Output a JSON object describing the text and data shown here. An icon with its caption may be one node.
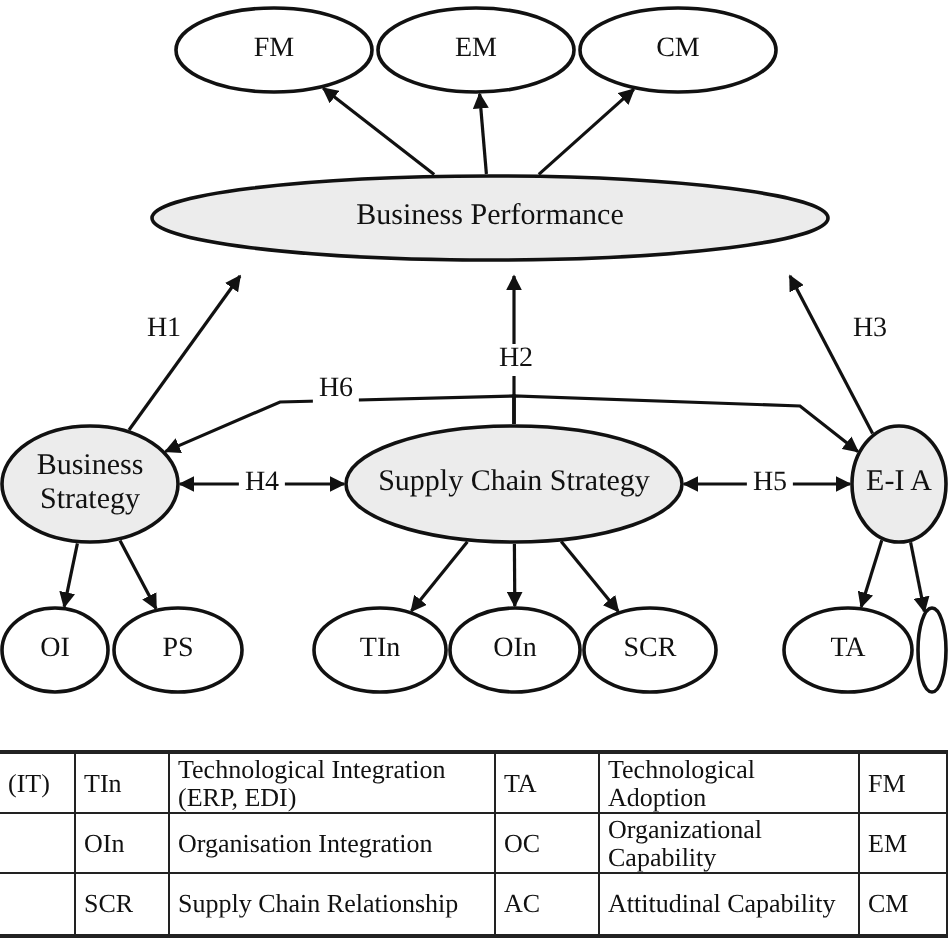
{
  "diagram": {
    "nodes": [
      {
        "text": [
          "FM"
        ]
      },
      {
        "text": [
          "EM"
        ]
      },
      {
        "text": [
          "CM"
        ]
      },
      {
        "text": [
          "Business Performance"
        ]
      },
      {
        "text": [
          "Business Strategy"
        ]
      },
      {
        "text": [
          "Supply Chain Strategy"
        ]
      },
      {
        "text": [
          "E-I A"
        ]
      },
      {
        "text": [
          "OI"
        ]
      },
      {
        "text": [
          "PS"
        ]
      },
      {
        "text": [
          "TIn"
        ]
      },
      {
        "text": [
          "OIn"
        ]
      },
      {
        "text": [
          "SCR"
        ]
      },
      {
        "text": [
          "TA"
        ]
      },
      {
        "text": [],
        "shape": "ellipse"
      }
    ],
    "edges": [
      {
        "from": 3,
        "to": 0,
        "arrow": "to"
      },
      {
        "from": 3,
        "to": 1,
        "arrow": "to"
      },
      {
        "from": 3,
        "to": 2,
        "arrow": "to"
      },
      {
        "from": 4,
        "to": 3,
        "arrow": "to",
        "label": "H1"
      },
      {
        "from": 5,
        "to": 3,
        "arrow": "to",
        "label": "H2"
      },
      {
        "from": 6,
        "to": 3,
        "arrow": "to",
        "label": "H3"
      },
      {
        "from": 4,
        "to": 5,
        "arrow": "both",
        "label": "H4"
      },
      {
        "from": 5,
        "to": 6,
        "arrow": "both",
        "label": "H5"
      },
      {
        "from": 5,
        "to": 4,
        "arrow": "to",
        "label": "H6"
      },
      {
        "from": 5,
        "to": 6,
        "arrow": "to"
      },
      {
        "from": 4,
        "to": 7,
        "arrow": "to"
      },
      {
        "from": 4,
        "to": 8,
        "arrow": "to"
      },
      {
        "from": 5,
        "to": 9,
        "arrow": "to"
      },
      {
        "from": 5,
        "to": 10,
        "arrow": "to"
      },
      {
        "from": 5,
        "to": 11,
        "arrow": "to"
      },
      {
        "from": 6,
        "to": 12,
        "arrow": "to"
      },
      {
        "from": 6,
        "to": 13,
        "arrow": "to"
      }
    ],
    "labels": [
      "(IT)",
      "TIn",
      "Technological Integration (ERP, EDI)",
      "TA",
      "Technological Adoption",
      "FM",
      "OIn",
      "Organisation Integration",
      "OC",
      "Organizational Capability",
      "EM",
      "SCR",
      "Supply Chain Relationship",
      "AC",
      "Attitudinal Capability",
      "CM"
    ]
  }
}
